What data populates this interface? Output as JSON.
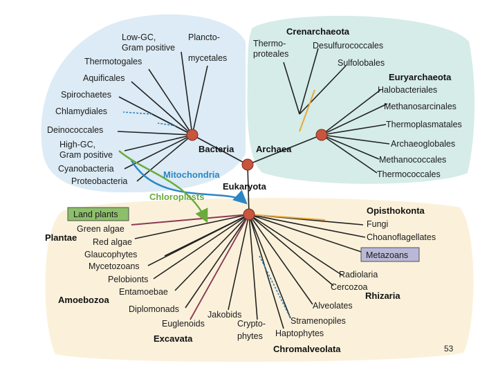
{
  "colors": {
    "bacteria_region": "#dcebf5",
    "archaea_region": "#d5ece8",
    "eukaryota_region": "#fbf1da",
    "node": "#c8553d",
    "mitochondria": "#2b86c5",
    "chloroplasts": "#6aab3c",
    "orange_branch": "#e8a93a",
    "purple_branch": "#8e3b59",
    "land_plants_box": "#8dbf6b",
    "metazoans_box": "#b9b8d6"
  },
  "domains": {
    "bacteria": "Bacteria",
    "archaea": "Archaea",
    "eukaryota": "Eukaryota"
  },
  "organelles": {
    "mitochondria": "Mitochondria",
    "chloroplasts": "Chloroplasts"
  },
  "bacteria_taxa": {
    "low_gc_1": "Low-GC,",
    "low_gc_2": "Gram positive",
    "plancto_1": "Plancto-",
    "plancto_2": "mycetales",
    "thermotogales": "Thermotogales",
    "aquificales": "Aquificales",
    "spirochaetes": "Spirochaetes",
    "chlamydiales": "Chlamydiales",
    "deinococcales": "Deinococcales",
    "high_gc_1": "High-GC,",
    "high_gc_2": "Gram positive",
    "cyanobacteria": "Cyanobacteria",
    "proteobacteria": "Proteobacteria"
  },
  "archaea_taxa": {
    "crenarchaeota": "Crenarchaeota",
    "thermo_1": "Thermo-",
    "thermo_2": "proteales",
    "desulfurococcales": "Desulfurococcales",
    "sulfolobales": "Sulfolobales",
    "euryarchaeota": "Euryarchaeota",
    "halobacteriales": "Halobacteriales",
    "methanosarcinales": "Methanosarcinales",
    "thermoplasmatales": "Thermoplasmatales",
    "archaeoglobales": "Archaeoglobales",
    "methanococcales": "Methanococcales",
    "thermococcales": "Thermococcales"
  },
  "eukaryota_taxa": {
    "land_plants": "Land plants",
    "green_algae": "Green algae",
    "plantae": "Plantae",
    "red_algae": "Red algae",
    "glaucophytes": "Glaucophytes",
    "mycetozoans": "Mycetozoans",
    "pelobionts": "Pelobionts",
    "entamoebae": "Entamoebae",
    "amoebozoa": "Amoebozoa",
    "diplomonads": "Diplomonads",
    "euglenoids": "Euglenoids",
    "excavata": "Excavata",
    "jakobids": "Jakobids",
    "crypto_1": "Crypto-",
    "crypto_2": "phytes",
    "haptophytes": "Haptophytes",
    "stramenopiles": "Stramenopiles",
    "alveolates": "Alveolates",
    "chromalveolata": "Chromalveolata",
    "opisthokonta": "Opisthokonta",
    "fungi": "Fungi",
    "choanoflagellates": "Choanoflagellates",
    "metazoans": "Metazoans",
    "radiolaria": "Radiolaria",
    "cercozoa": "Cercozoa",
    "rhizaria": "Rhizaria"
  },
  "page_number": "53"
}
